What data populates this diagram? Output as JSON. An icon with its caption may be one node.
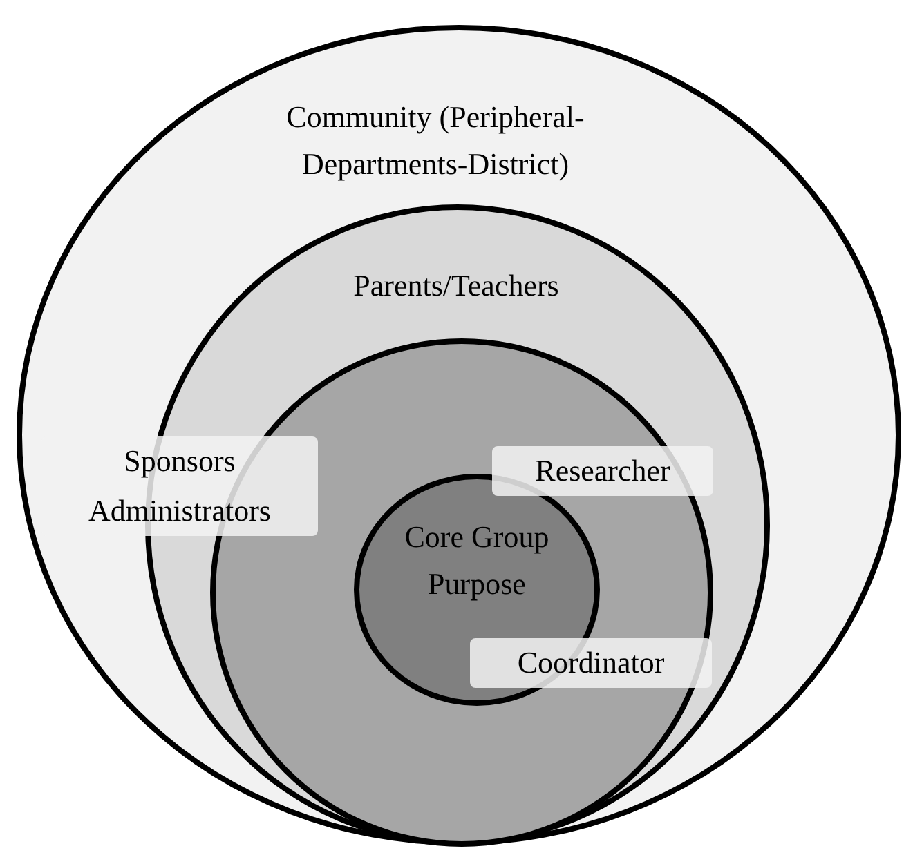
{
  "diagram": {
    "nodes": [
      {
        "text": [
          "Community (Peripheral- Departments-District)"
        ]
      },
      {
        "text": [
          "Parents/Teachers"
        ],
        "in": 0
      },
      {
        "text": [],
        "shape": "circle",
        "in": 1
      },
      {
        "text": [
          "Core Group Purpose"
        ],
        "in": 2
      }
    ],
    "labels": [
      "Sponsors Administrators",
      "Researcher",
      "Coordinator"
    ]
  }
}
